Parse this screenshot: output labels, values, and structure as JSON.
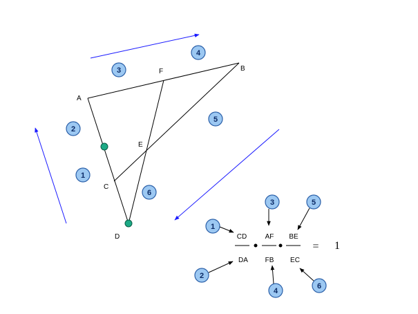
{
  "points": {
    "A": "A",
    "B": "B",
    "C": "C",
    "D": "D",
    "E": "E",
    "F": "F"
  },
  "badges": [
    "1",
    "2",
    "3",
    "4",
    "5",
    "6"
  ],
  "formula": {
    "num1": "CD",
    "den1": "DA",
    "num2": "AF",
    "den2": "FB",
    "num3": "BE",
    "den3": "EC",
    "equals": "=",
    "result": "1"
  },
  "colors": {
    "arrow_blue": "#1a1aff",
    "vertex_marker": "#1daa86",
    "badge_fill": "#9cc8f2",
    "badge_stroke": "#2a5fa8"
  }
}
